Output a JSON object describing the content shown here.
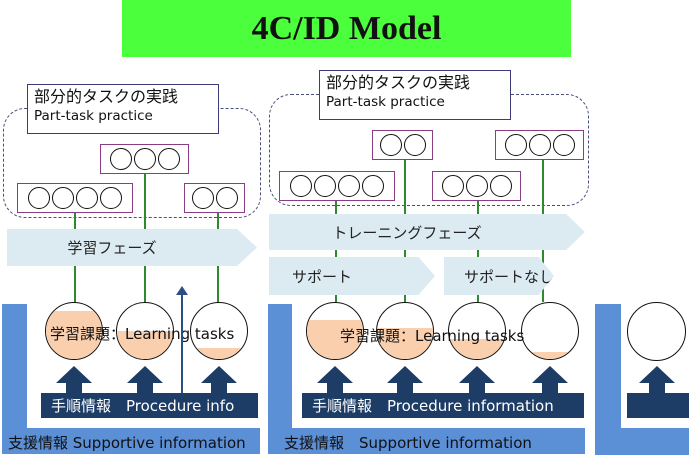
{
  "title": "4C/ID Model",
  "part_task": {
    "jp": "部分的タスクの実践",
    "en": "Part-task practice"
  },
  "left_panel": {
    "part_task_groups": [
      {
        "circles": 4
      },
      {
        "circles": 3
      },
      {
        "circles": 2
      }
    ],
    "phase_label": "学習フェーズ",
    "learning_tasks_label": "学習課題：Learning tasks",
    "task_fill_levels": [
      0.85,
      0.5,
      0.2
    ],
    "procedure_label": "手順情報　Procedure info",
    "supportive_label": "支援情報 Supportive information"
  },
  "right_panel": {
    "part_task_groups": [
      {
        "circles": 4
      },
      {
        "circles": 2
      },
      {
        "circles": 3
      },
      {
        "circles": 3
      }
    ],
    "phase_label": "トレーニングフェーズ",
    "sub_phases": [
      "サポート",
      "サポートなし"
    ],
    "learning_tasks_label": "学習課題：Learning tasks",
    "task_fill_levels": [
      0.7,
      0.55,
      0.35,
      0.12
    ],
    "procedure_label": "手順情報　Procedure information",
    "supportive_label": "支援情報　Supportive information"
  },
  "third_panel": {
    "task_fill_levels": [
      0
    ]
  },
  "colors": {
    "title_bg": "#4cff3c",
    "phase_bg": "#dcebf2",
    "supportive": "#5b8fd6",
    "procedure": "#1d3c66",
    "task_fill": "#f9cfae",
    "connector": "#2f8a2f",
    "part_task_border": "#8b3c86"
  }
}
